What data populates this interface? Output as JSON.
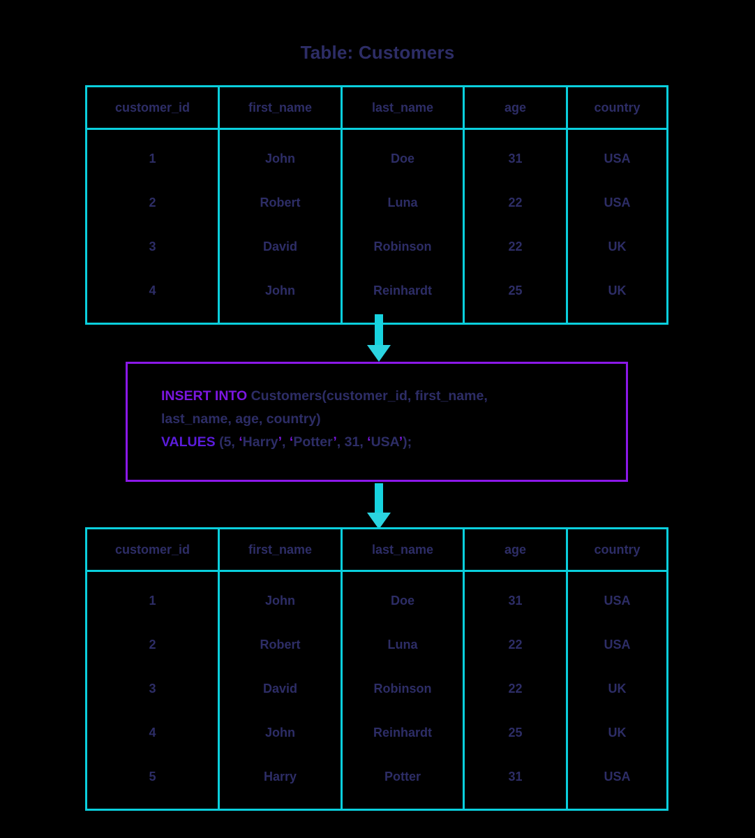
{
  "page": {
    "title": "Table: Customers",
    "background": "#000000",
    "accent_cyan": "#0ACFDD",
    "accent_purple": "#8B18E8",
    "text_navy": "#2d2d66"
  },
  "table_top": {
    "name": "Customers",
    "columns": [
      "customer_id",
      "first_name",
      "last_name",
      "age",
      "country"
    ],
    "rows": [
      [
        "1",
        "John",
        "Doe",
        "31",
        "USA"
      ],
      [
        "2",
        "Robert",
        "Luna",
        "22",
        "USA"
      ],
      [
        "3",
        "David",
        "Robinson",
        "22",
        "UK"
      ],
      [
        "4",
        "John",
        "Reinhardt",
        "25",
        "UK"
      ]
    ]
  },
  "sql": {
    "keyword_insert": "INSERT INTO",
    "line1_rest": " Customers(customer_id, first_name,",
    "line2": "last_name, age, country)",
    "keyword_values": "VALUES",
    "line3_open": " (5, ",
    "q1_open": "‘",
    "v1": "Harry",
    "q1_close": "’",
    "sep1": ", ",
    "q2_open": "‘",
    "v2": "Potter",
    "q2_close": "’",
    "sep2": ", 31, ",
    "q3_open": "‘",
    "v3": "USA",
    "q3_close": "’",
    "line3_close": ");",
    "full_statement": "INSERT INTO Customers(customer_id, first_name, last_name, age, country) VALUES (5, ‘Harry’, ‘Potter’, 31, ‘USA’);"
  },
  "table_bottom": {
    "name": "Customers",
    "columns": [
      "customer_id",
      "first_name",
      "last_name",
      "age",
      "country"
    ],
    "rows": [
      [
        "1",
        "John",
        "Doe",
        "31",
        "USA"
      ],
      [
        "2",
        "Robert",
        "Luna",
        "22",
        "USA"
      ],
      [
        "3",
        "David",
        "Robinson",
        "22",
        "UK"
      ],
      [
        "4",
        "John",
        "Reinhardt",
        "25",
        "UK"
      ],
      [
        "5",
        "Harry",
        "Potter",
        "31",
        "USA"
      ]
    ]
  },
  "arrows": [
    {
      "name": "arrow-table-to-sql",
      "direction": "down"
    },
    {
      "name": "arrow-sql-to-table",
      "direction": "down"
    }
  ]
}
